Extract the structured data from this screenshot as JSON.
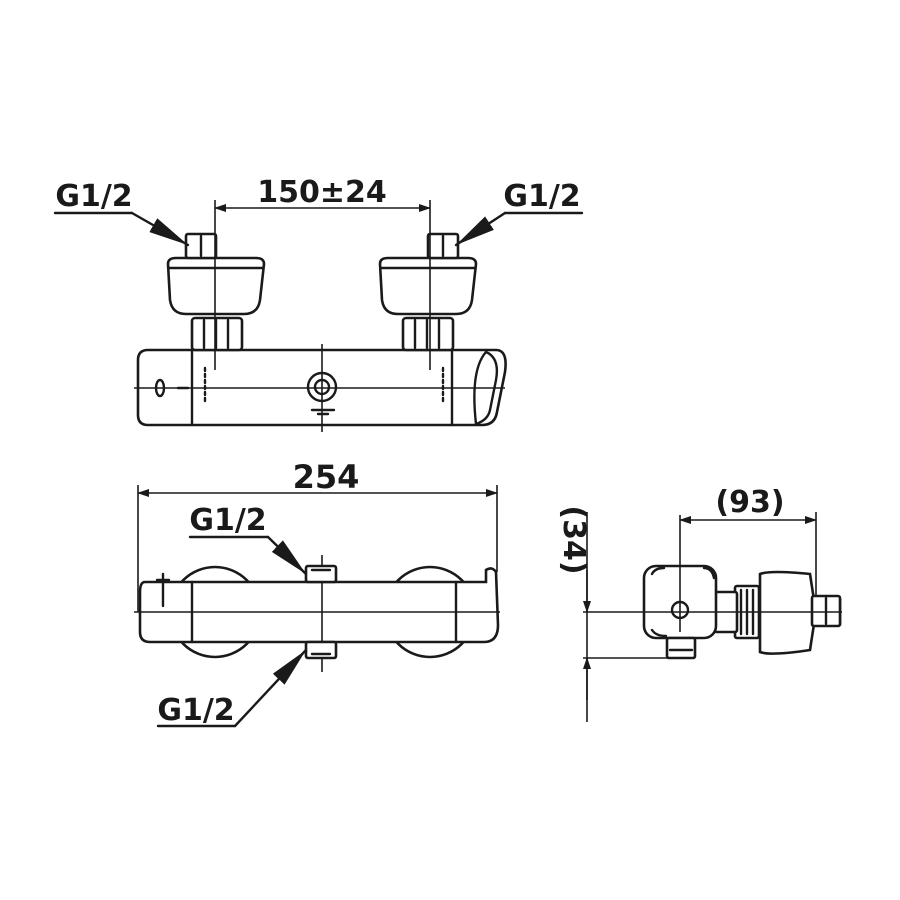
{
  "front_view": {
    "thread_left": "G1/2",
    "thread_right": "G1/2",
    "center_distance": "150±24"
  },
  "top_view": {
    "overall_length": "254",
    "thread_top": "G1/2",
    "thread_bottom": "G1/2"
  },
  "side_view": {
    "depth": "(93)",
    "height": "(34)"
  }
}
